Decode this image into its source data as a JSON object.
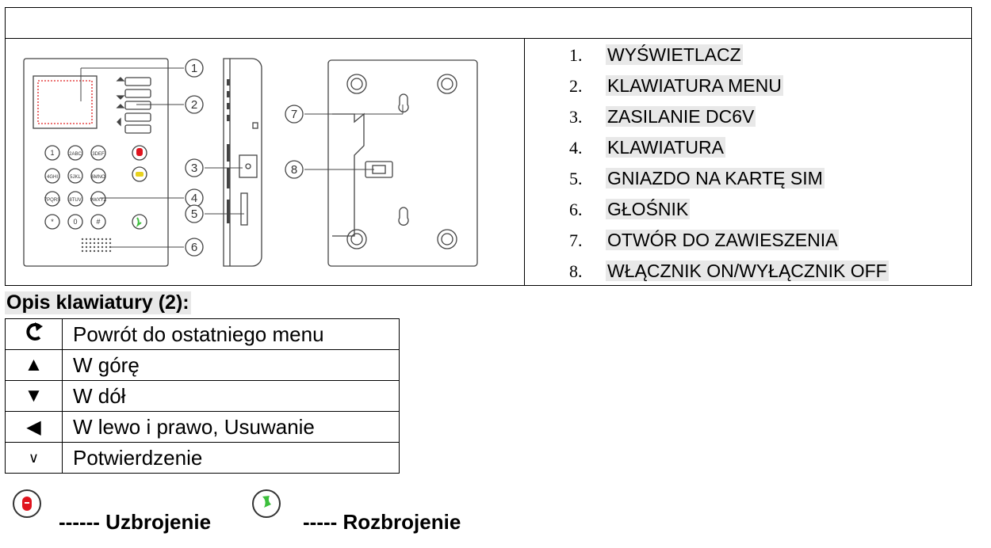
{
  "parts": [
    {
      "num": "1.",
      "label": "WYŚWIETLACZ"
    },
    {
      "num": "2.",
      "label": "KLAWIATURA MENU"
    },
    {
      "num": "3.",
      "label": "ZASILANIE DC6V"
    },
    {
      "num": "4.",
      "label": "KLAWIATURA"
    },
    {
      "num": "5.",
      "label": "GNIAZDO NA KARTĘ SIM"
    },
    {
      "num": "6.",
      "label": "GŁOŚNIK"
    },
    {
      "num": "7.",
      "label": "OTWÓR DO ZAWIESZENIA"
    },
    {
      "num": "8.",
      "label": "WŁĄCZNIK ON/WYŁĄCZNIK OFF"
    }
  ],
  "diagram": {
    "callouts": [
      "1",
      "2",
      "3",
      "4",
      "5",
      "6",
      "7",
      "8"
    ],
    "keypad": [
      "1",
      "2ABC",
      "3DEF",
      "4GHI",
      "5JKL",
      "6MNO",
      "7PQRS",
      "8TUV",
      "9WXYZ",
      "*",
      "0",
      "#"
    ]
  },
  "keypad_section": {
    "title": "Opis klawiatury (2):",
    "rows": [
      {
        "icon": "back-arrow-icon",
        "symbol": "",
        "text": "Powrót do ostatniego menu"
      },
      {
        "icon": "triangle-up-icon",
        "symbol": "▲",
        "text": "W górę"
      },
      {
        "icon": "triangle-down-icon",
        "symbol": "▼",
        "text": "W dół"
      },
      {
        "icon": "triangle-left-icon",
        "symbol": "◀",
        "text": "W lewo i prawo, Usuwanie"
      },
      {
        "icon": "check-v-icon",
        "symbol": "∨",
        "text": "Potwierdzenie"
      }
    ]
  },
  "legend": {
    "arm_text": "------ Uzbrojenie",
    "disarm_text": "----- Rozbrojenie",
    "arm_color": "#e0141e",
    "disarm_color": "#3cbf3c"
  }
}
